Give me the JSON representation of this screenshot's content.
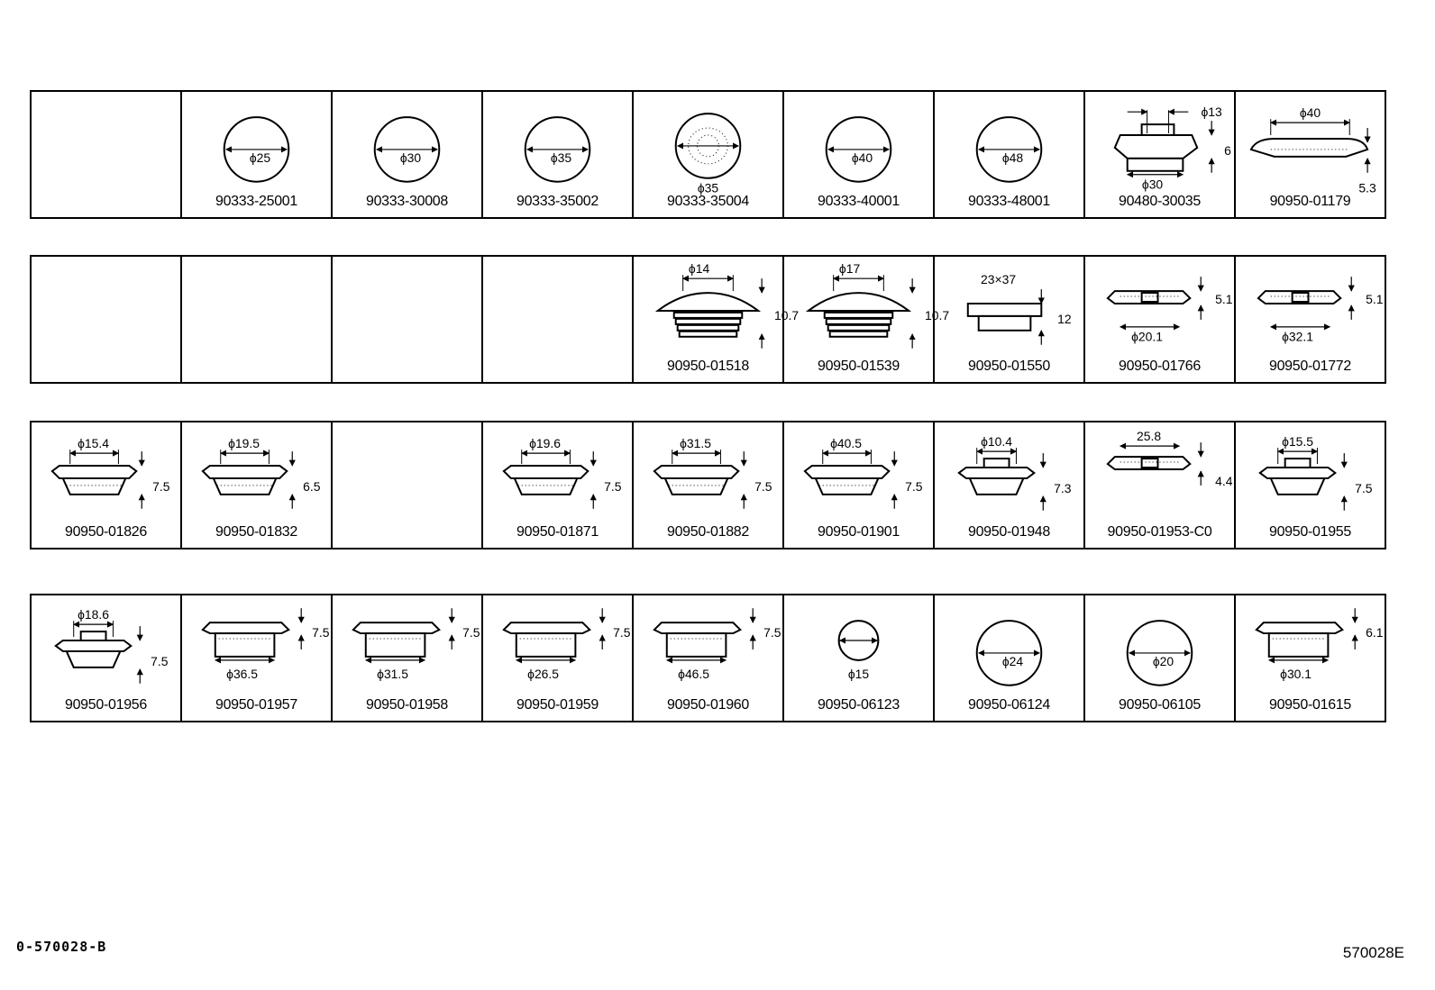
{
  "rows": [
    [
      {
        "part": "",
        "type": "empty",
        "dims": []
      },
      {
        "part": "90333-25001",
        "type": "circle",
        "dims": [
          "ϕ25"
        ]
      },
      {
        "part": "90333-30008",
        "type": "circle",
        "dims": [
          "ϕ30"
        ]
      },
      {
        "part": "90333-35002",
        "type": "circle",
        "dims": [
          "ϕ35"
        ]
      },
      {
        "part": "90333-35004",
        "type": "circle-hatched",
        "dims": [
          "ϕ35"
        ]
      },
      {
        "part": "90333-40001",
        "type": "circle",
        "dims": [
          "ϕ40"
        ]
      },
      {
        "part": "90333-48001",
        "type": "circle",
        "dims": [
          "ϕ48"
        ]
      },
      {
        "part": "90480-30035",
        "type": "cap-boss",
        "dims": [
          "ϕ13",
          "6",
          "ϕ30"
        ]
      },
      {
        "part": "90950-01179",
        "type": "flat-plug",
        "dims": [
          "ϕ40",
          "5.3"
        ]
      }
    ],
    [
      {
        "part": "",
        "type": "empty",
        "dims": []
      },
      {
        "part": "",
        "type": "empty",
        "dims": []
      },
      {
        "part": "",
        "type": "empty",
        "dims": []
      },
      {
        "part": "",
        "type": "empty",
        "dims": []
      },
      {
        "part": "90950-01518",
        "type": "ribbed",
        "dims": [
          "ϕ14",
          "10.7"
        ]
      },
      {
        "part": "90950-01539",
        "type": "ribbed",
        "dims": [
          "ϕ17",
          "10.7"
        ]
      },
      {
        "part": "90950-01550",
        "type": "rect-plug",
        "dims": [
          "23×37",
          "12"
        ]
      },
      {
        "part": "90950-01766",
        "type": "flat-cap",
        "dims": [
          "5.1",
          "ϕ20.1"
        ]
      },
      {
        "part": "90950-01772",
        "type": "flat-cap",
        "dims": [
          "5.1",
          "ϕ32.1"
        ]
      }
    ],
    [
      {
        "part": "90950-01826",
        "type": "grommet",
        "dims": [
          "ϕ15.4",
          "7.5"
        ]
      },
      {
        "part": "90950-01832",
        "type": "grommet",
        "dims": [
          "ϕ19.5",
          "6.5"
        ]
      },
      {
        "part": "",
        "type": "empty",
        "dims": []
      },
      {
        "part": "90950-01871",
        "type": "grommet",
        "dims": [
          "ϕ19.6",
          "7.5"
        ]
      },
      {
        "part": "90950-01882",
        "type": "grommet",
        "dims": [
          "ϕ31.5",
          "7.5"
        ]
      },
      {
        "part": "90950-01901",
        "type": "grommet",
        "dims": [
          "ϕ40.5",
          "7.5"
        ]
      },
      {
        "part": "90950-01948",
        "type": "boss-grommet",
        "dims": [
          "ϕ10.4",
          "7.3"
        ]
      },
      {
        "part": "90950-01953-C0",
        "type": "flat-cap",
        "dims": [
          "25.8",
          "4.4"
        ]
      },
      {
        "part": "90950-01955",
        "type": "boss-grommet",
        "dims": [
          "ϕ15.5",
          "7.5"
        ]
      }
    ],
    [
      {
        "part": "90950-01956",
        "type": "boss-grommet",
        "dims": [
          "ϕ18.6",
          "7.5"
        ]
      },
      {
        "part": "90950-01957",
        "type": "tray",
        "dims": [
          "7.5",
          "ϕ36.5"
        ]
      },
      {
        "part": "90950-01958",
        "type": "tray",
        "dims": [
          "7.5",
          "ϕ31.5"
        ]
      },
      {
        "part": "90950-01959",
        "type": "tray",
        "dims": [
          "7.5",
          "ϕ26.5"
        ]
      },
      {
        "part": "90950-01960",
        "type": "tray",
        "dims": [
          "7.5",
          "ϕ46.5"
        ]
      },
      {
        "part": "90950-06123",
        "type": "circle-small",
        "dims": [
          "ϕ15"
        ]
      },
      {
        "part": "90950-06124",
        "type": "circle",
        "dims": [
          "ϕ24"
        ]
      },
      {
        "part": "90950-06105",
        "type": "circle",
        "dims": [
          "ϕ20"
        ]
      },
      {
        "part": "90950-01615",
        "type": "tray",
        "dims": [
          "ϕ30.1",
          "6.1"
        ]
      }
    ]
  ],
  "footer": {
    "left": "0-570028-B",
    "right": "570028E"
  }
}
